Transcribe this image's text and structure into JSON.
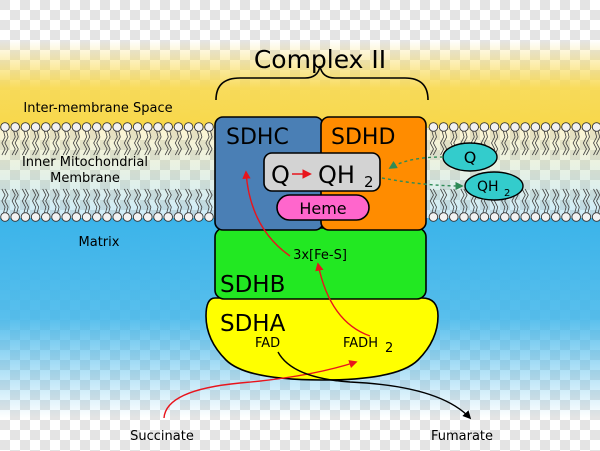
{
  "title": "Complex II",
  "regions": {
    "intermembrane": "Inter-membrane Space",
    "membrane_line1": "Inner Mitochondrial",
    "membrane_line2": "Membrane",
    "matrix": "Matrix"
  },
  "subunits": {
    "sdhc": "SDHC",
    "sdhd": "SDHD",
    "sdhb": "SDHB",
    "sdha": "SDHA"
  },
  "cofactors": {
    "q": "Q",
    "qh": "QH",
    "qh_sub": "2",
    "heme": "Heme",
    "fes": "3x[Fe-S]",
    "fad": "FAD",
    "fadh": "FADH",
    "fadh_sub": "2"
  },
  "outside": {
    "q": "Q",
    "qh": "QH",
    "qh_sub": "2"
  },
  "substrates": {
    "succinate": "Succinate",
    "fumarate": "Fumarate"
  },
  "colors": {
    "intermembrane": "#f8d84a",
    "matrix": "#3bb4ea",
    "sdhc": "#4a7fb5",
    "sdhd": "#ff8c00",
    "sdhb": "#22e822",
    "sdha": "#ffff00",
    "heme": "#ff66cc",
    "quinone": "#33cccc",
    "arrow_red": "#e8141c",
    "dashed_green": "#2e8b57"
  }
}
